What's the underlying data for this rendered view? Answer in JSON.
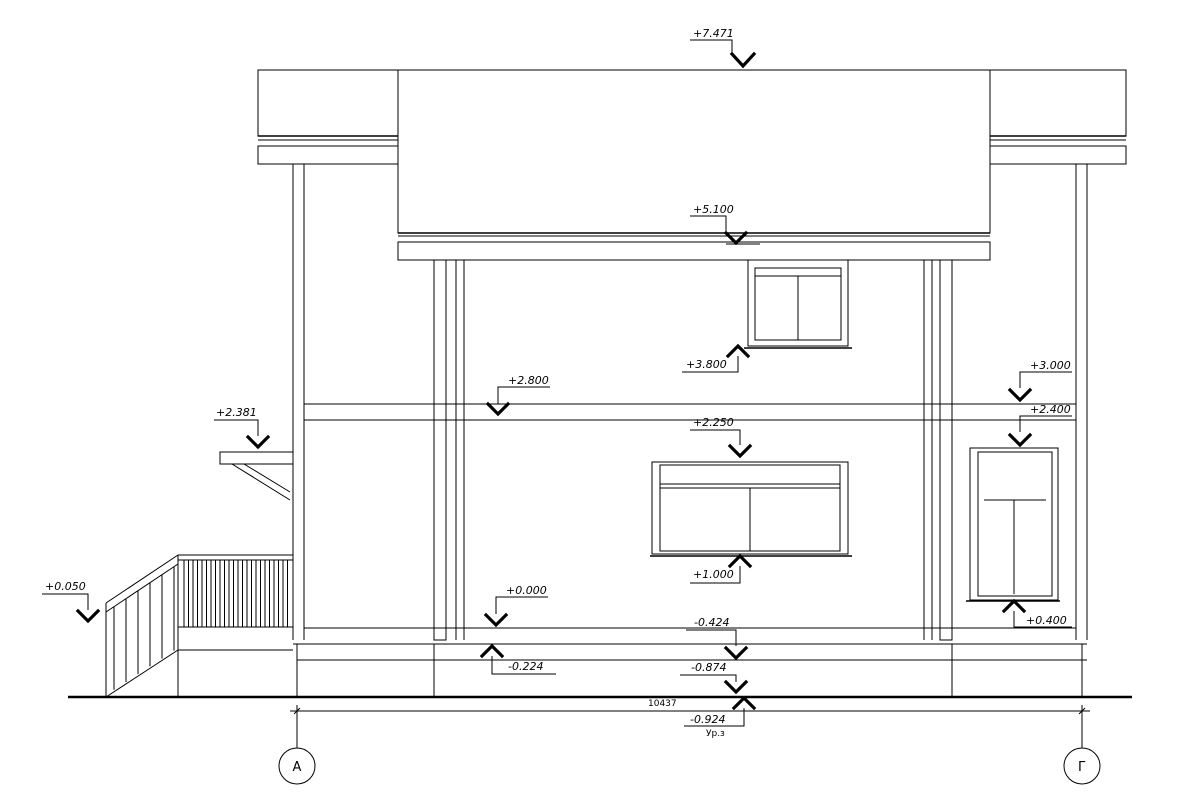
{
  "elevation_marks": [
    {
      "id": "roof-top",
      "label": "+7.471"
    },
    {
      "id": "eave",
      "label": "+5.100"
    },
    {
      "id": "window2-sill",
      "label": "+3.800"
    },
    {
      "id": "floor2",
      "label": "+2.800"
    },
    {
      "id": "right-3000",
      "label": "+3.000"
    },
    {
      "id": "canopy",
      "label": "+2.381"
    },
    {
      "id": "right-2400",
      "label": "+2.400"
    },
    {
      "id": "window1-head",
      "label": "+2.250"
    },
    {
      "id": "window1-sill",
      "label": "+1.000"
    },
    {
      "id": "porch",
      "label": "+0.050"
    },
    {
      "id": "floor1",
      "label": "+0.000"
    },
    {
      "id": "right-0400",
      "label": "+0.400"
    },
    {
      "id": "base-0424",
      "label": "-0.424"
    },
    {
      "id": "base-0224",
      "label": "-0.224"
    },
    {
      "id": "base-0874",
      "label": "-0.874"
    },
    {
      "id": "ground",
      "label": "-0.924"
    }
  ],
  "ground_note": "Ур.з",
  "overall_dimension": "10437",
  "axes": [
    {
      "id": "left",
      "label": "А"
    },
    {
      "id": "right",
      "label": "Г"
    }
  ]
}
